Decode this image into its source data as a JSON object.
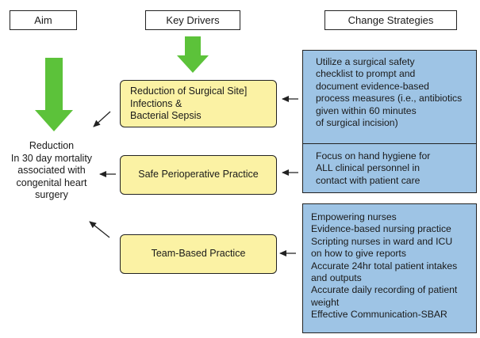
{
  "headers": {
    "aim": "Aim",
    "key_drivers": "Key Drivers",
    "change_strategies": "Change Strategies"
  },
  "aim": {
    "lines": [
      "Reduction",
      "In 30 day mortality",
      "associated with",
      "congenital heart",
      "surgery"
    ]
  },
  "drivers": [
    {
      "lines": [
        "Reduction of Surgical Site]",
        "Infections &",
        "Bacterial Sepsis"
      ]
    },
    {
      "lines": [
        "Safe Perioperative Practice"
      ]
    },
    {
      "lines": [
        "Team-Based Practice"
      ]
    }
  ],
  "strategies": [
    {
      "lines": [
        "Utilize a surgical safety",
        "checklist to prompt and",
        "document evidence-based",
        "process measures (i.e., antibiotics",
        "given within 60 minutes",
        "of surgical incision)"
      ]
    },
    {
      "lines": [
        "Focus on hand hygiene for",
        "ALL clinical personnel in",
        "contact with patient care"
      ]
    },
    {
      "lines": [
        "Empowering nurses",
        "Evidence-based nursing practice",
        "Scripting nurses in ward and ICU",
        "on how to give reports",
        "Accurate 24hr total patient intakes",
        "and outputs",
        "Accurate daily recording of patient",
        "weight",
        "Effective Communication-SBAR"
      ]
    }
  ],
  "colors": {
    "driver_fill": "#fbf2a4",
    "strategy_fill": "#9ec4e5",
    "big_arrow": "#5cc23a",
    "border": "#222222"
  }
}
